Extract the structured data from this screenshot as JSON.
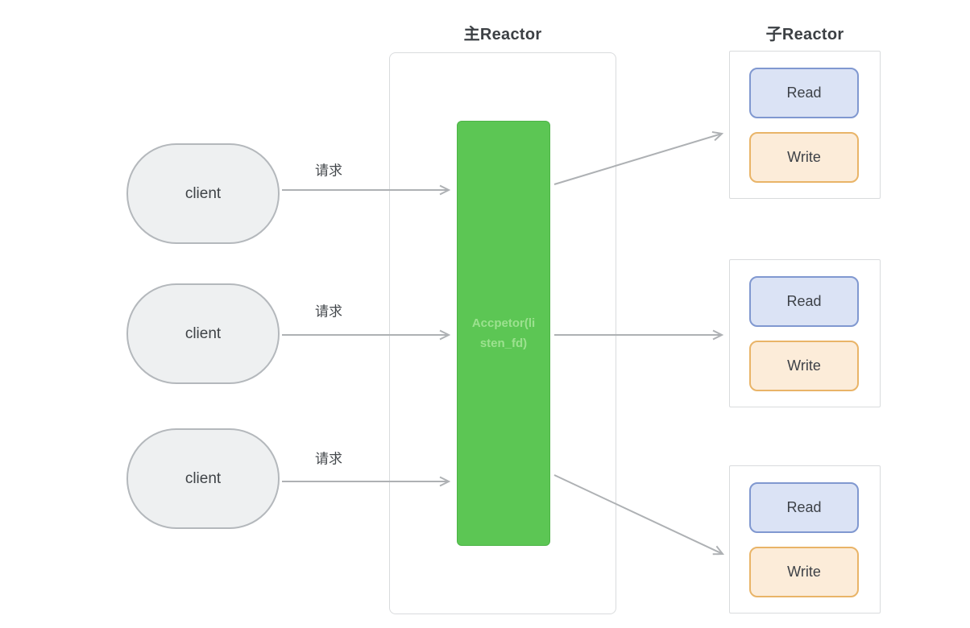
{
  "titles": {
    "main": "主Reactor",
    "sub": "子Reactor"
  },
  "acceptor": {
    "line1": "Accpetor(li",
    "line2": "sten_fd)"
  },
  "clients": [
    {
      "label": "client",
      "arrow_label": "请求"
    },
    {
      "label": "client",
      "arrow_label": "请求"
    },
    {
      "label": "client",
      "arrow_label": "请求"
    }
  ],
  "sub_reactors": [
    {
      "read_label": "Read",
      "write_label": "Write"
    },
    {
      "read_label": "Read",
      "write_label": "Write"
    },
    {
      "read_label": "Read",
      "write_label": "Write"
    }
  ],
  "colors": {
    "green-fill": "#5cc654",
    "green-border": "#4db447",
    "green-text": "#9ce18f",
    "client-fill": "#eef0f1",
    "client-border": "#b4b8bc",
    "box-border": "#d9dbdd",
    "arrow": "#aeb1b4",
    "read-fill": "#dbe3f5",
    "read-border": "#8098d0",
    "write-fill": "#fcecd9",
    "write-border": "#e9b468",
    "title-text": "#3c4044"
  }
}
